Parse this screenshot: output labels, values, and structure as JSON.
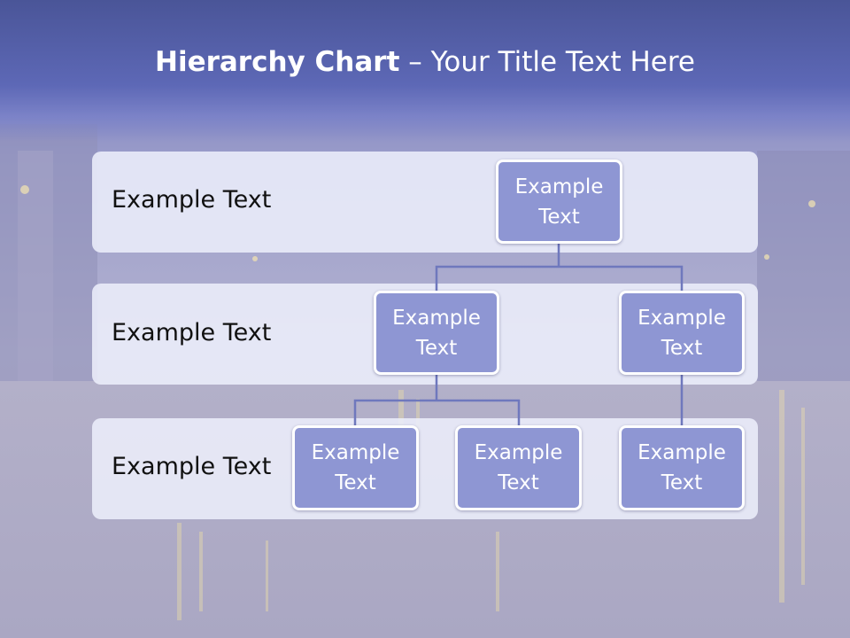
{
  "title": {
    "bold_part": "Hierarchy Chart",
    "rest_part": " – Your Title Text Here"
  },
  "rows": [
    {
      "label": "Example Text"
    },
    {
      "label": "Example Text"
    },
    {
      "label": "Example Text"
    }
  ],
  "nodes": {
    "root": "Example Text",
    "level2_left": "Example Text",
    "level2_right": "Example Text",
    "level3_a": "Example Text",
    "level3_b": "Example Text",
    "level3_c": "Example Text"
  },
  "colors": {
    "node_fill": "#8e96d3",
    "node_border": "#ffffff",
    "connector": "#6f78bd",
    "band_fill": "#eceefa"
  }
}
